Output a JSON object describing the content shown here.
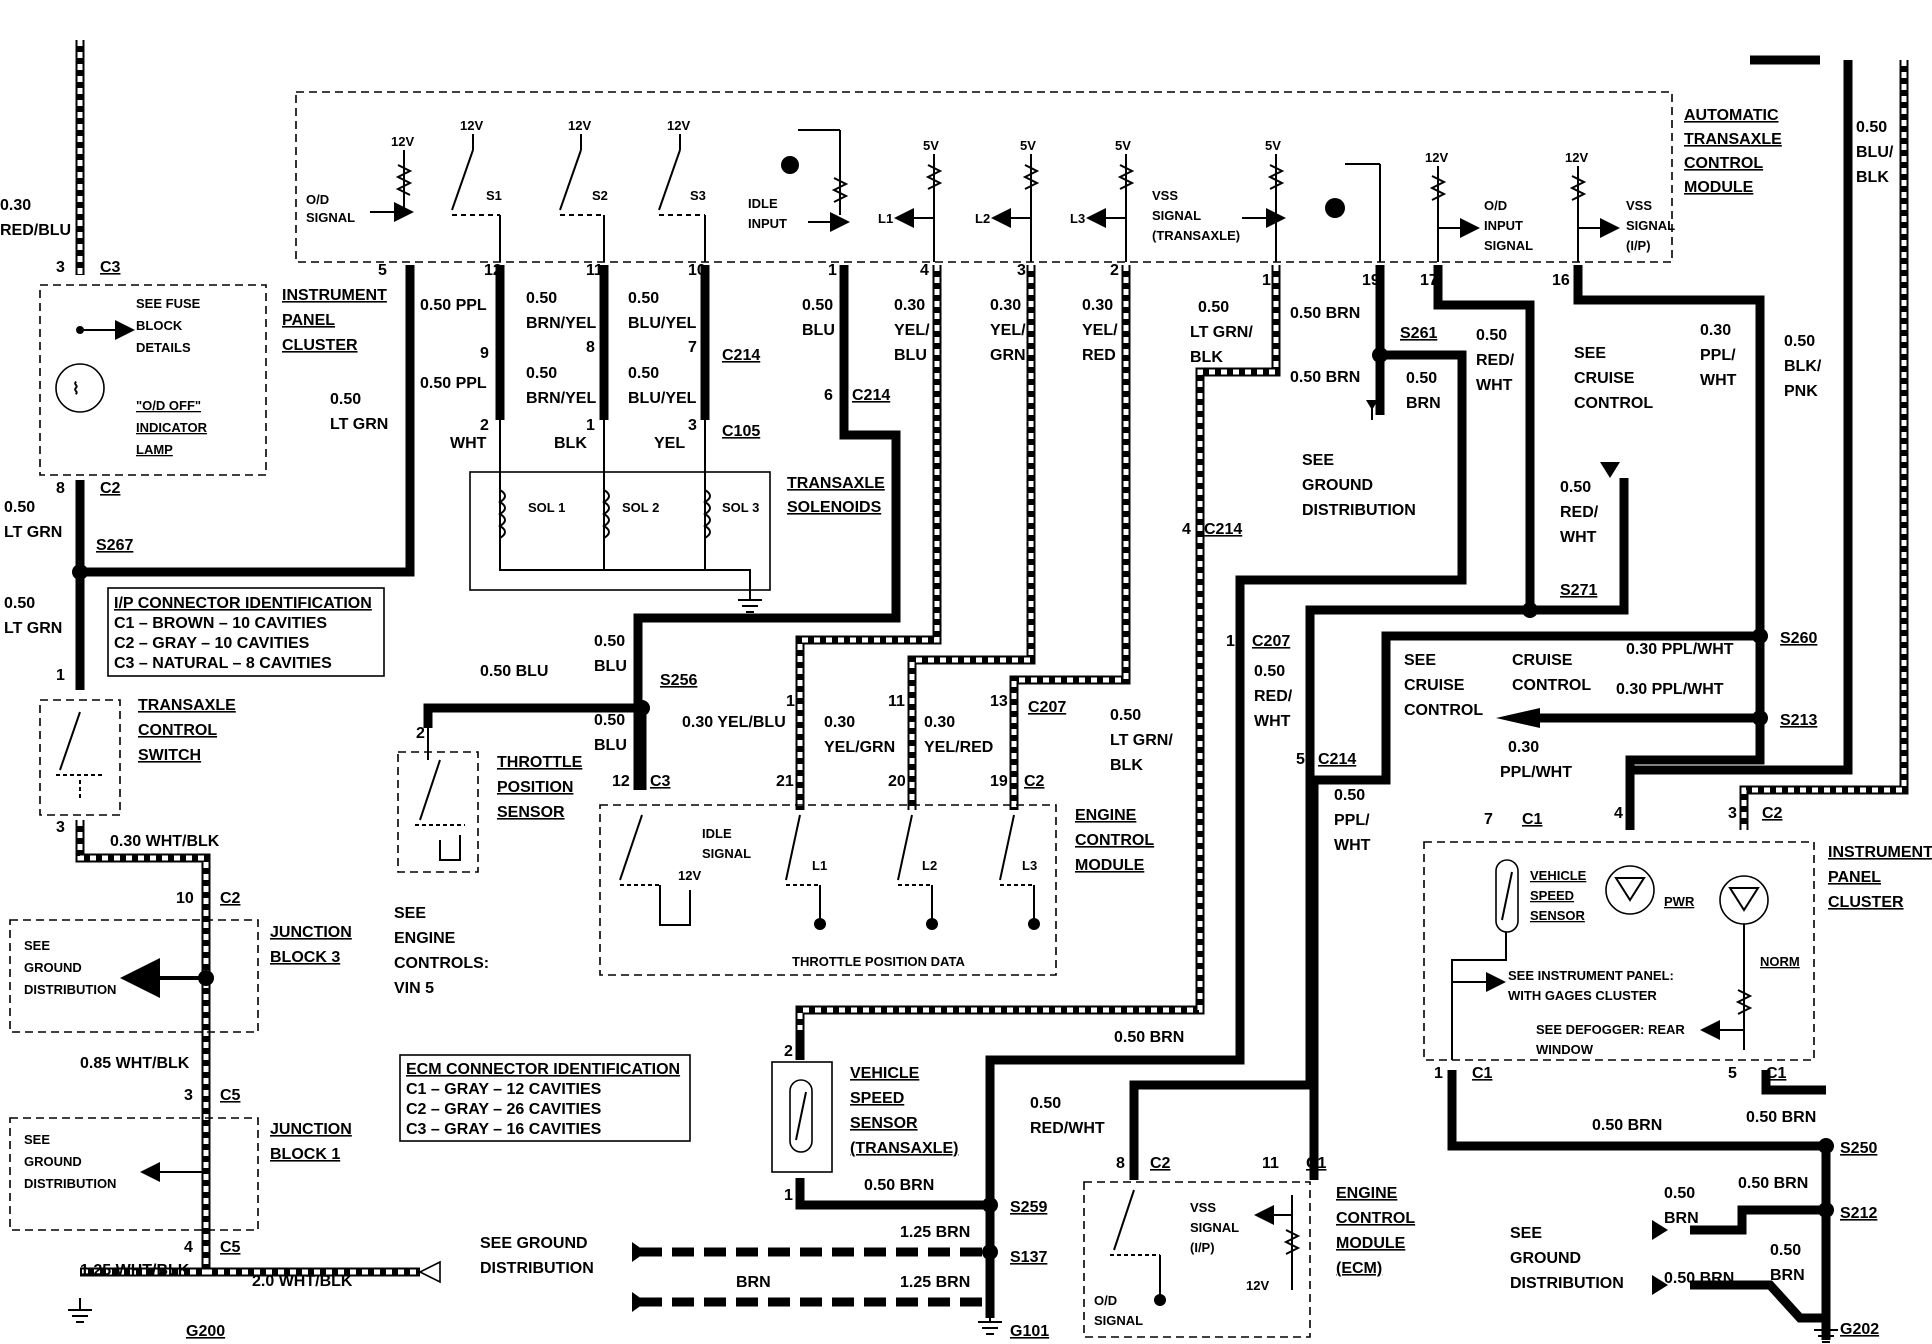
{
  "modules": {
    "tcm": [
      "AUTOMATIC",
      "TRANSAXLE",
      "CONTROL",
      "MODULE"
    ],
    "ipc_top": [
      "INSTRUMENT",
      "PANEL",
      "CLUSTER"
    ],
    "solenoids": [
      "TRANSAXLE",
      "SOLENOIDS"
    ],
    "tps": [
      "THROTTLE",
      "POSITION",
      "SENSOR"
    ],
    "ecm_mid": [
      "ENGINE",
      "CONTROL",
      "MODULE"
    ],
    "switch": [
      "TRANSAXLE",
      "CONTROL",
      "SWITCH"
    ],
    "jb3": [
      "JUNCTION",
      "BLOCK 3"
    ],
    "jb1": [
      "JUNCTION",
      "BLOCK 1"
    ],
    "vss": [
      "VEHICLE",
      "SPEED",
      "SENSOR",
      "(TRANSAXLE)"
    ],
    "ecm_bot": [
      "ENGINE",
      "CONTROL",
      "MODULE",
      "(ECM)"
    ],
    "ipc_right": [
      "INSTRUMENT",
      "PANEL",
      "CLUSTER"
    ]
  },
  "tcm_inputs": {
    "v12": "12V",
    "v5": "5V",
    "od_signal": [
      "O/D",
      "SIGNAL"
    ],
    "s1": "S1",
    "s2": "S2",
    "s3": "S3",
    "idle_input": [
      "IDLE",
      "INPUT"
    ],
    "l1": "L1",
    "l2": "L2",
    "l3": "L3",
    "vss_trans": [
      "VSS",
      "SIGNAL",
      "(TRANSAXLE)"
    ],
    "od_input": [
      "O/D",
      "INPUT",
      "SIGNAL"
    ],
    "vss_ip": [
      "VSS",
      "SIGNAL",
      "(I/P)"
    ]
  },
  "pins": [
    "5",
    "12",
    "11",
    "10",
    "1",
    "4",
    "3",
    "2",
    "15",
    "19",
    "17",
    "16"
  ],
  "wires": {
    "red_blu": [
      "0.30",
      "RED/BLU"
    ],
    "ppl_top": "0.50 PPL",
    "ppl_mid": "0.50 PPL",
    "brn_yel_top": [
      "0.50",
      "BRN/YEL"
    ],
    "brn_yel_mid": [
      "0.50",
      "BRN/YEL"
    ],
    "blu_yel_top": [
      "0.50",
      "BLU/YEL"
    ],
    "blu_yel_mid": [
      "0.50",
      "BLU/YEL"
    ],
    "blu_top": [
      "0.50",
      "BLU"
    ],
    "yel_blu": [
      "0.30",
      "YEL/",
      "BLU"
    ],
    "yel_grn": [
      "0.30",
      "YEL/",
      "GRN"
    ],
    "yel_red": [
      "0.30",
      "YEL/",
      "RED"
    ],
    "lt_grn_blk": [
      "0.50",
      "LT GRN/",
      "BLK"
    ],
    "brn_19": "0.50 BRN",
    "brn_s261": "0.50 BRN",
    "brn_s261b": [
      "0.50",
      "BRN"
    ],
    "red_wht_17": [
      "0.50",
      "RED/",
      "WHT"
    ],
    "ppl_wht_16": [
      "0.30",
      "PPL/",
      "WHT"
    ],
    "blk_pnk": [
      "0.50",
      "BLK/",
      "PNK"
    ],
    "blu_blk": [
      "0.50",
      "BLU/",
      "BLK"
    ],
    "lt_grn_5": [
      "0.50",
      "LT GRN"
    ],
    "lt_grn_s267a": [
      "0.50",
      "LT GRN"
    ],
    "lt_grn_s267b": [
      "0.50",
      "LT GRN"
    ],
    "wht": "WHT",
    "blk": "BLK",
    "yel": "YEL",
    "blu_s256": "0.50 BLU",
    "blu_s256_top": [
      "0.50",
      "BLU"
    ],
    "blu_s256_bot": [
      "0.50",
      "BLU"
    ],
    "yel_blu_c207": "0.30 YEL/BLU",
    "yel_grn_c207": [
      "0.30",
      "YEL/GRN"
    ],
    "yel_red_c207": [
      "0.30",
      "YEL/RED"
    ],
    "lt_grn_blk_c207": [
      "0.50",
      "LT GRN/",
      "BLK"
    ],
    "red_wht_c207": [
      "0.50",
      "RED/",
      "WHT"
    ],
    "ppl_wht_c214": [
      "0.50",
      "PPL/",
      "WHT"
    ],
    "red_wht_s271": [
      "0.50",
      "RED/",
      "WHT"
    ],
    "ppl_wht_s260": "0.30 PPL/WHT",
    "ppl_wht_s213": "0.30 PPL/WHT",
    "ppl_wht_c1": [
      "0.30",
      "PPL/WHT"
    ],
    "wht_blk_030": "0.30 WHT/BLK",
    "wht_blk_085": "0.85 WHT/BLK",
    "wht_blk_125": "1.25 WHT/BLK",
    "wht_blk_20": "2.0 WHT/BLK",
    "brn_vss": "0.50 BRN",
    "brn_s259": "0.50 BRN",
    "brn_125a": "1.25 BRN",
    "brn_125b": "1.25 BRN",
    "brn_plain": "BRN",
    "red_wht_ecm": [
      "0.50",
      "RED/WHT"
    ],
    "brn_c1": "0.50 BRN",
    "brn_s250": "0.50 BRN",
    "brn_s212a": [
      "0.50",
      "BRN"
    ],
    "brn_s212b": "0.50 BRN",
    "brn_s212c": [
      "0.50",
      "BRN"
    ],
    "brn_g202": "0.50 BRN"
  },
  "connectors": {
    "c3_ipc": "C3",
    "c2_ipc": "C2",
    "c214_a": "C214",
    "c105": "C105",
    "c214_b": "C214",
    "c214_c": "C214",
    "c207": "C207",
    "c214_d": "C214",
    "c207_b": "C207",
    "c3_ecm": "C3",
    "c2_ecm": "C2",
    "c2_jb3": "C2",
    "c5_a": "C5",
    "c5_b": "C5",
    "c1_a": "C1",
    "c2_r": "C2",
    "c1_b": "C1",
    "c1_c": "C1",
    "c2_ecm_bot": "C2",
    "c1_ecm_bot": "C1"
  },
  "splices": {
    "s267": "S267",
    "s256": "S256",
    "s261": "S261",
    "s271": "S271",
    "s260": "S260",
    "s213": "S213",
    "s259": "S259",
    "s137": "S137",
    "g101": "G101",
    "g200": "G200",
    "s250": "S250",
    "s212": "S212",
    "g202": "G202"
  },
  "pin_numbers": {
    "p3": "3",
    "p8": "8",
    "p9": "9",
    "p8b": "8",
    "p7": "7",
    "p2": "2",
    "p1": "1",
    "p3b": "3",
    "p6": "6",
    "p4": "4",
    "p10": "10",
    "p5": "5",
    "p1sw": "1",
    "p3sw": "3",
    "p10jb": "10",
    "p3jb": "3",
    "p4jb": "4",
    "p2tps": "2",
    "p12": "12",
    "p21": "21",
    "p20": "20",
    "p19": "19",
    "p1c207": "1",
    "p11c207": "11",
    "p13c207": "13",
    "p2vss": "2",
    "p1vss": "1",
    "p8ecm": "8",
    "p11ecm": "11",
    "p7r": "7",
    "p4r": "4",
    "p3r": "3",
    "p1r": "1",
    "p5r": "5"
  },
  "ipc_top_lamp": {
    "fuse": [
      "SEE FUSE",
      "BLOCK",
      "DETAILS"
    ],
    "od_off": [
      "\"O/D OFF\"",
      "INDICATOR",
      "LAMP"
    ]
  },
  "solenoid_labels": [
    "SOL 1",
    "SOL 2",
    "SOL 3"
  ],
  "ip_conn": {
    "title": "I/P CONNECTOR IDENTIFICATION",
    "rows": [
      "C1 – BROWN – 10 CAVITIES",
      "C2 – GRAY – 10 CAVITIES",
      "C3 – NATURAL – 8 CAVITIES"
    ]
  },
  "ecm_conn": {
    "title": "ECM CONNECTOR IDENTIFICATION",
    "rows": [
      "C1 – GRAY – 12 CAVITIES",
      "C2 – GRAY – 26 CAVITIES",
      "C3 – GRAY – 16 CAVITIES"
    ]
  },
  "ecm_mid_labels": {
    "idle": [
      "IDLE",
      "SIGNAL"
    ],
    "v12": "12V",
    "l1": "L1",
    "l2": "L2",
    "l3": "L3",
    "tpd": "THROTTLE POSITION DATA"
  },
  "see_notes": {
    "ground_top": [
      "SEE",
      "GROUND",
      "DISTRIBUTION"
    ],
    "cruise_top": [
      "SEE",
      "CRUISE",
      "CONTROL"
    ],
    "engine_controls": [
      "SEE",
      "ENGINE",
      "CONTROLS:",
      "VIN 5"
    ],
    "ground_jb3": [
      "SEE",
      "GROUND",
      "DISTRIBUTION"
    ],
    "ground_jb1": [
      "SEE",
      "GROUND",
      "DISTRIBUTION"
    ],
    "ground_bottom": [
      "SEE GROUND",
      "DISTRIBUTION"
    ],
    "cruise_right": [
      "SEE",
      "CRUISE",
      "CONTROL"
    ],
    "cruise_ctrl": [
      "CRUISE",
      "CONTROL"
    ],
    "ground_right": [
      "SEE",
      "GROUND",
      "DISTRIBUTION"
    ]
  },
  "ecm_bot_labels": {
    "vss": [
      "VSS",
      "SIGNAL",
      "(I/P)"
    ],
    "v12": "12V",
    "od": [
      "O/D",
      "SIGNAL"
    ]
  },
  "ipc_right_labels": {
    "vss": [
      "VEHICLE",
      "SPEED",
      "SENSOR"
    ],
    "pwr": "PWR",
    "norm": "NORM",
    "see_ip": [
      "SEE INSTRUMENT PANEL:",
      "WITH GAGES CLUSTER"
    ],
    "see_def": [
      "SEE DEFOGGER: REAR",
      "WINDOW"
    ]
  }
}
